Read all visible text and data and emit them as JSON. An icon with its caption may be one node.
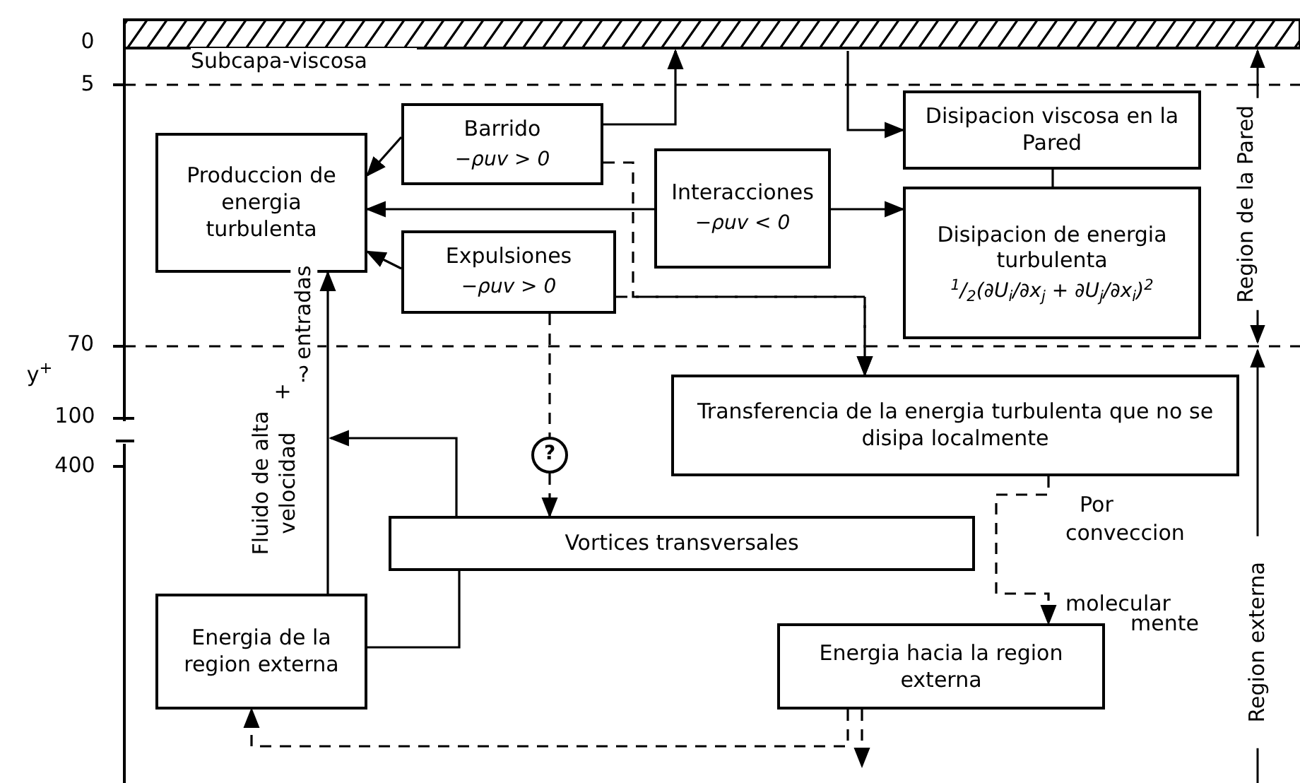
{
  "diagram": {
    "nodes": [
      {
        "text": [
          "Produccion de energia turbulenta"
        ]
      },
      {
        "text": [
          "Barrido",
          "−ρuv > 0"
        ]
      },
      {
        "text": [
          "Interacciones",
          "−ρuv < 0"
        ]
      },
      {
        "text": [
          "Expulsiones",
          "−ρuv > 0"
        ]
      },
      {
        "text": [
          "Disipacion viscosa en la Pared"
        ]
      },
      {
        "text": [
          "Disipacion de energia turbulenta",
          "$^{1}$/$_{2}$(∂U$_{i}$/∂x$_{j}$ + ∂U$_{j}$/∂x$_{i}$)$^{2}$"
        ]
      },
      {
        "text": [
          "Transferencia de la energia turbulenta que no se disipa localmente"
        ]
      },
      {
        "text": [
          "?"
        ]
      },
      {
        "text": [
          "Vortices transversales"
        ]
      },
      {
        "text": [
          "Energia de la region externa"
        ]
      },
      {
        "text": [
          "Energia hacia la region externa"
        ]
      }
    ],
    "edges": [
      {
        "from": 1,
        "to": 0,
        "arrow": "to"
      },
      {
        "from": 2,
        "to": 0,
        "arrow": "to"
      },
      {
        "from": 3,
        "to": 0,
        "arrow": "to"
      },
      {
        "from": 2,
        "to": 5,
        "arrow": "to"
      },
      {
        "from": 4,
        "to": 5,
        "arrow": "none"
      },
      {
        "from": 1,
        "to": null,
        "arrow": "to"
      },
      {
        "from": null,
        "to": 4,
        "arrow": "to"
      },
      {
        "from": 1,
        "to": 6,
        "arrow": "to",
        "style": "dashed"
      },
      {
        "from": 3,
        "to": 6,
        "arrow": "to",
        "style": "dashed"
      },
      {
        "from": 3,
        "to": 7,
        "arrow": "none",
        "style": "dashed"
      },
      {
        "from": 7,
        "to": 8,
        "arrow": "to",
        "style": "dashed"
      },
      {
        "from": 9,
        "to": 0,
        "arrow": "to"
      },
      {
        "from": 8,
        "to": null,
        "arrow": "to"
      },
      {
        "from": 9,
        "to": 8,
        "arrow": "none"
      },
      {
        "from": 6,
        "to": 10,
        "arrow": "to",
        "style": "dashed"
      },
      {
        "from": 10,
        "to": null,
        "arrow": "to",
        "style": "dashed"
      },
      {
        "from": 10,
        "to": 9,
        "arrow": "to",
        "style": "dashed"
      }
    ],
    "labels": [
      "0",
      "Subcapa-viscosa",
      "5",
      "70",
      "y$^{+}$",
      "100",
      "400",
      "Region de la Pared",
      "Region externa",
      "entradas",
      "?",
      "+",
      "Fluido de alta velocidad",
      "Por",
      "conveccion",
      "molecular",
      "mente"
    ]
  }
}
